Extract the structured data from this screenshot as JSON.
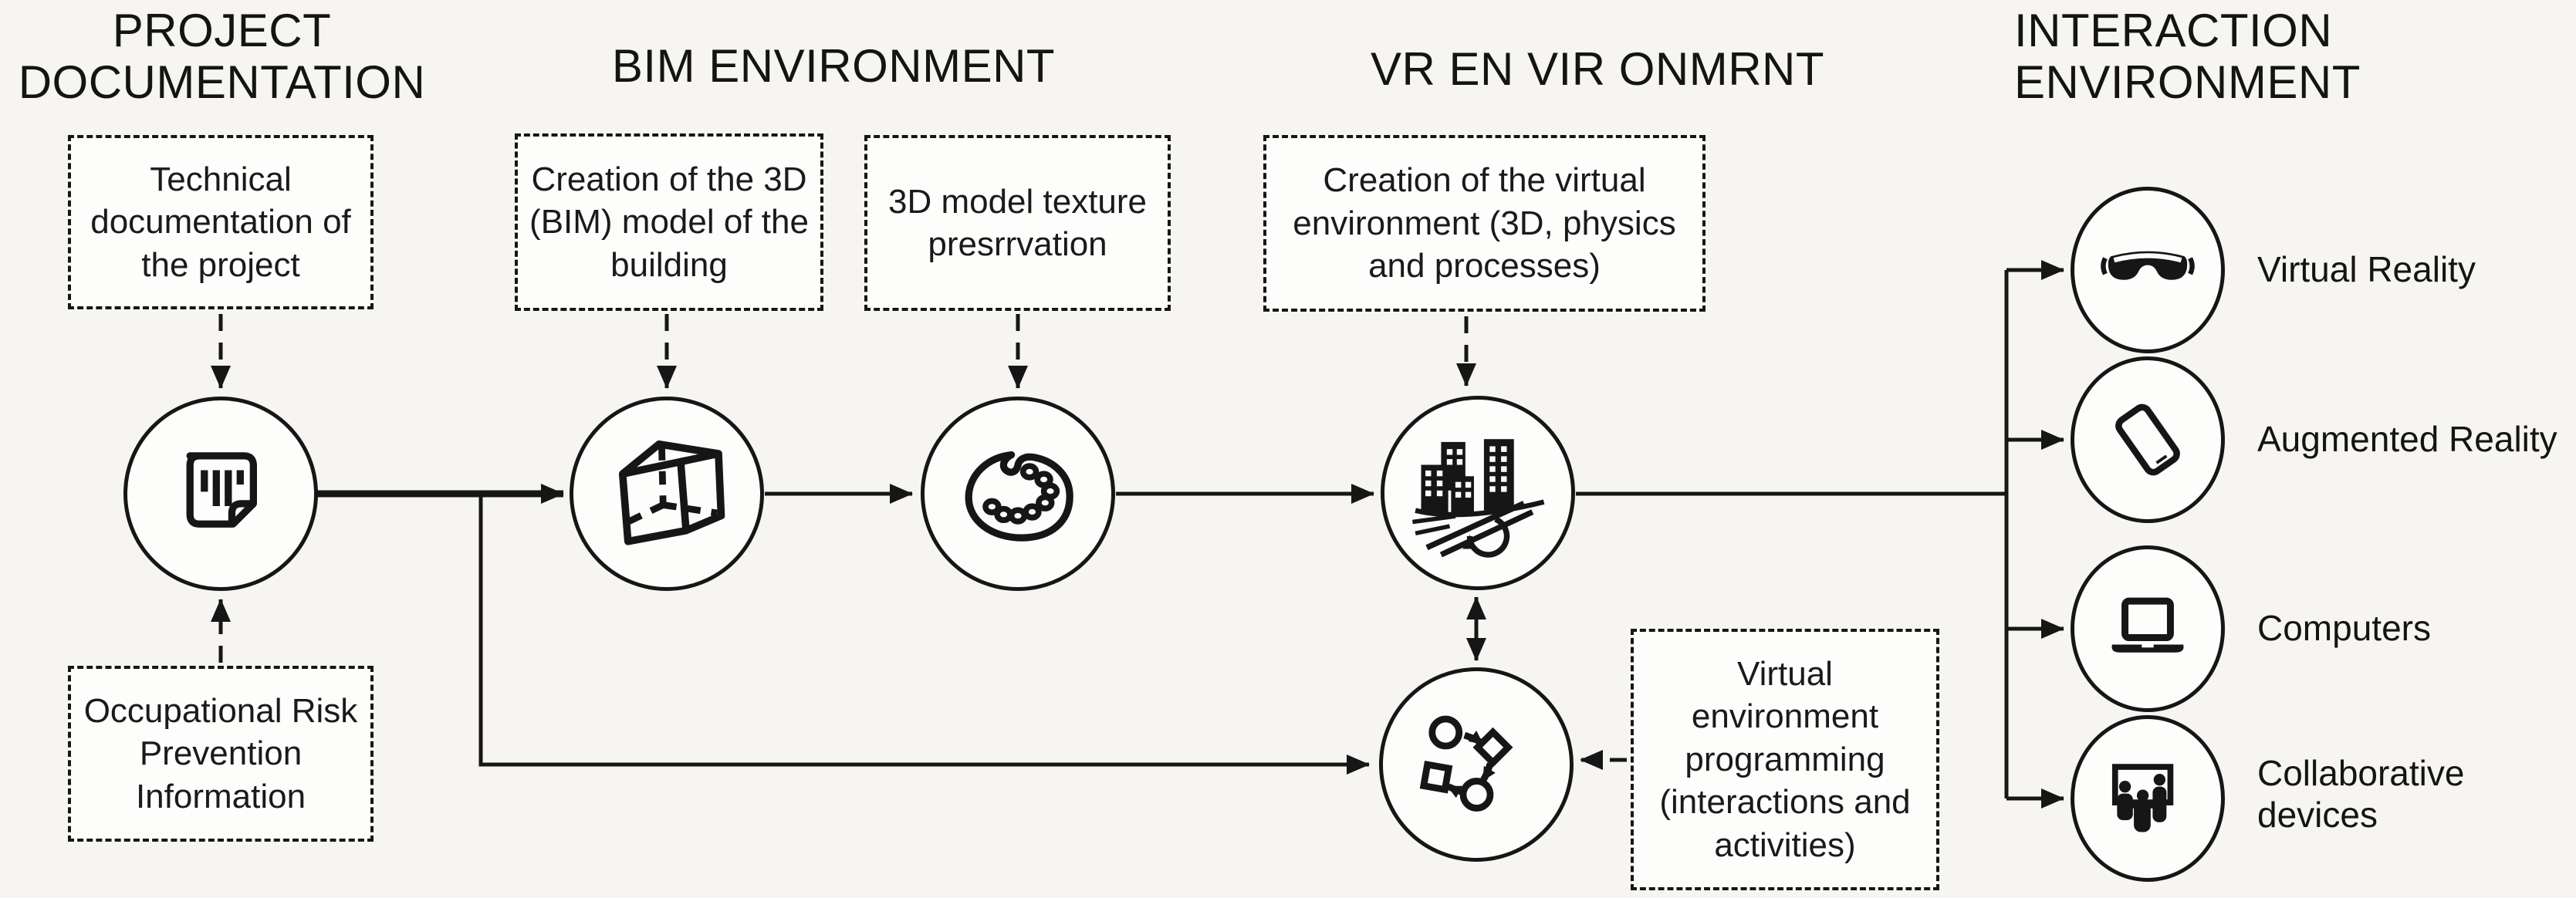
{
  "colors": {
    "ink": "#161616",
    "canvas_bg": "#f6f5f2",
    "node_bg": "#fdfdfc"
  },
  "headers": {
    "project_documentation": "PROJECT\nDOCUMENTATION",
    "bim_environment": "BIM ENVIRONMENT",
    "vr_environment": "VR EN VIR ONMRNT",
    "interaction_environment": "INTERACTION\nENVIRONMENT"
  },
  "boxes": {
    "technical_documentation": "Technical documentation of the project",
    "occupational_risk": "Occupational Risk Prevention Information",
    "bim_model": "Creation of the 3D (BIM) model of the building",
    "texture": "3D model texture presrrvation",
    "virtual_environment": "Creation of the virtual environment (3D, physics and processes)",
    "programming": "Virtual environment programming (interactions and activities)"
  },
  "nodes": {
    "document": "project-document-icon",
    "cube": "bim-cube-icon",
    "palette": "texture-palette-icon",
    "city": "virtual-environment-city-icon",
    "flowchart": "programming-flowchart-icon"
  },
  "devices": [
    {
      "icon": "vr-headset-icon",
      "label": "Virtual Reality"
    },
    {
      "icon": "tablet-icon",
      "label": "Augmented Reality"
    },
    {
      "icon": "laptop-icon",
      "label": "Computers"
    },
    {
      "icon": "collaborative-devices-icon",
      "label": "Collaborative\ndevices"
    }
  ]
}
